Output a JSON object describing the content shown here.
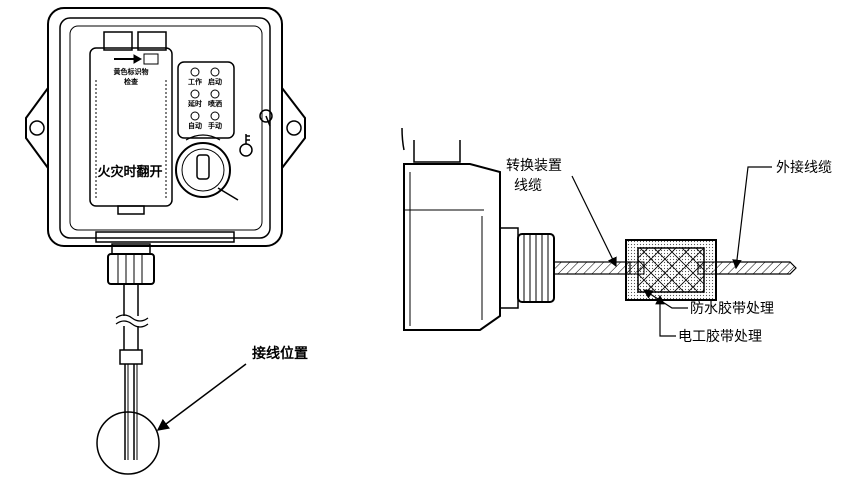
{
  "device": {
    "yellow_mark_line1": "黄色标识物",
    "yellow_mark_line2": "检查",
    "fire_flip": "火灾时翻开",
    "indicators": [
      {
        "label": "工作"
      },
      {
        "label": "启动"
      },
      {
        "label": "延时"
      },
      {
        "label": "喷洒"
      },
      {
        "label": "自动"
      },
      {
        "label": "手动"
      }
    ]
  },
  "labels": {
    "wiring_position": "接线位置",
    "converter_cable_line1": "转换装置",
    "converter_cable_line2": "线缆",
    "external_cable": "外接线缆",
    "waterproof_tape": "防水胶带处理",
    "electrical_tape": "电工胶带处理"
  },
  "colors": {
    "line": "#000000",
    "background": "#ffffff"
  }
}
